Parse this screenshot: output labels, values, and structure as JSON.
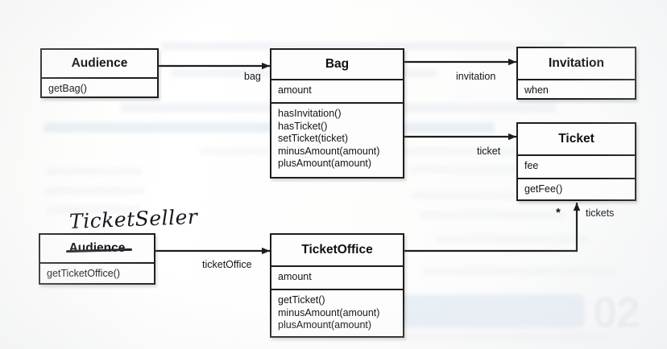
{
  "diagram": {
    "kind": "uml-class-diagram",
    "classes": [
      {
        "id": "audience",
        "name": "Audience",
        "attributes": [],
        "operations": [
          "getBag()"
        ],
        "annotation": null,
        "struck": false
      },
      {
        "id": "bag",
        "name": "Bag",
        "attributes": [
          "amount"
        ],
        "operations": [
          "hasInvitation()",
          "hasTicket()",
          "setTicket(ticket)",
          "minusAmount(amount)",
          "plusAmount(amount)"
        ],
        "annotation": null,
        "struck": false
      },
      {
        "id": "invitation",
        "name": "Invitation",
        "attributes": [
          "when"
        ],
        "operations": [],
        "annotation": null,
        "struck": false
      },
      {
        "id": "ticket",
        "name": "Ticket",
        "attributes": [
          "fee"
        ],
        "operations": [
          "getFee()"
        ],
        "annotation": null,
        "struck": false
      },
      {
        "id": "ticketseller",
        "name": "Audience",
        "attributes": [],
        "operations": [
          "getTicketOffice()"
        ],
        "annotation": "TicketSeller",
        "struck": true
      },
      {
        "id": "ticketoffice",
        "name": "TicketOffice",
        "attributes": [
          "amount"
        ],
        "operations": [
          "getTicket()",
          "minusAmount(amount)",
          "plusAmount(amount)"
        ],
        "annotation": null,
        "struck": false
      }
    ],
    "associations": [
      {
        "id": "assoc-bag",
        "from": "audience",
        "to": "bag",
        "label": "bag",
        "multiplicity": ""
      },
      {
        "id": "assoc-invitation",
        "from": "bag",
        "to": "invitation",
        "label": "invitation",
        "multiplicity": ""
      },
      {
        "id": "assoc-ticket",
        "from": "bag",
        "to": "ticket",
        "label": "ticket",
        "multiplicity": ""
      },
      {
        "id": "assoc-ticketoffice",
        "from": "ticketseller",
        "to": "ticketoffice",
        "label": "ticketOffice",
        "multiplicity": ""
      },
      {
        "id": "assoc-tickets",
        "from": "ticketoffice",
        "to": "ticket",
        "label": "tickets",
        "multiplicity": "*"
      }
    ],
    "background": {
      "page_number": "02"
    },
    "colors": {
      "line": "#1d1d1d",
      "box_fill": "#fdfdfd",
      "text": "#141414",
      "paper": "#fdfdfb",
      "bleed": "#e4ecf4"
    }
  }
}
